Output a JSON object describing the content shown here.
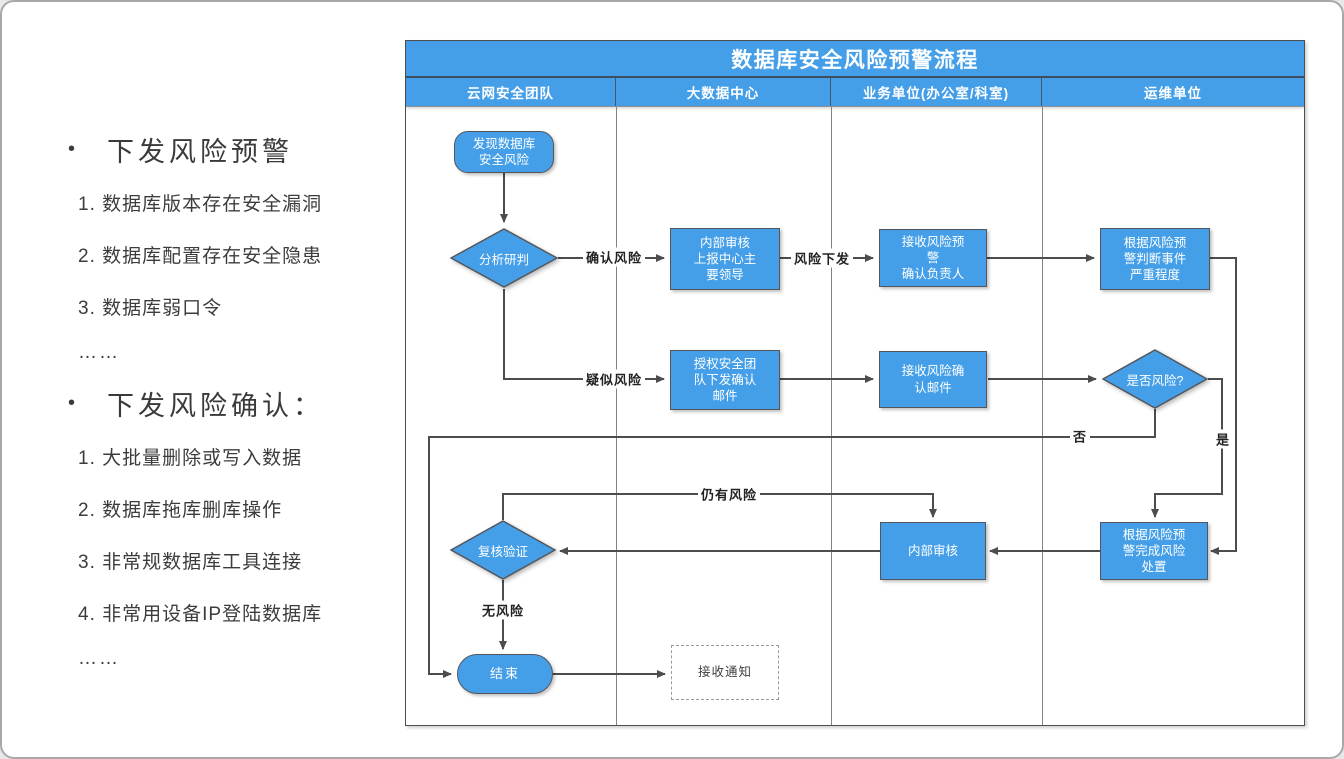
{
  "colors": {
    "primary_blue": "#459fe8",
    "node_border": "#54565c",
    "edge_color": "#4d4d4d",
    "text_dark": "#3a3a3a"
  },
  "left_panel": {
    "sections": [
      {
        "bullet": "•",
        "heading": "下发风险预警",
        "items": [
          "1. 数据库版本存在安全漏洞",
          "2. 数据库配置存在安全隐患",
          "3. 数据库弱口令"
        ],
        "ellipsis": "……"
      },
      {
        "bullet": "•",
        "heading": "下发风险确认：",
        "items": [
          "1. 大批量删除或写入数据",
          "2. 数据库拖库删库操作",
          "3. 非常规数据库工具连接",
          "4. 非常用设备IP登陆数据库"
        ],
        "ellipsis": "……"
      }
    ]
  },
  "flowchart": {
    "title": "数据库安全风险预警流程",
    "lanes": [
      "云网安全团队",
      "大数据中心",
      "业务单位(办公室/科室)",
      "运维单位"
    ],
    "nodes": {
      "start": "发现数据库\n安全风险",
      "analyze": "分析研判",
      "internal_report": "内部审核\n上报中心主\n要领导",
      "receive_warning": "接收风险预\n警\n确认负责人",
      "judge_severity": "根据风险预\n警判断事件\n严重程度",
      "authorize_email": "授权安全团\n队下发确认\n邮件",
      "receive_confirm_email": "接收风险确\n认邮件",
      "is_risk": "是否风险?",
      "review": "复核验证",
      "internal_audit": "内部审核",
      "complete_disposal": "根据风险预\n警完成风险\n处置",
      "end": "结束",
      "receive_notice": "接收通知"
    },
    "edge_labels": {
      "confirm_risk": "确认风险",
      "risk_dispatch": "风险下发",
      "suspected_risk": "疑似风险",
      "yes": "是",
      "no": "否",
      "still_risk": "仍有风险",
      "no_risk": "无风险"
    }
  }
}
